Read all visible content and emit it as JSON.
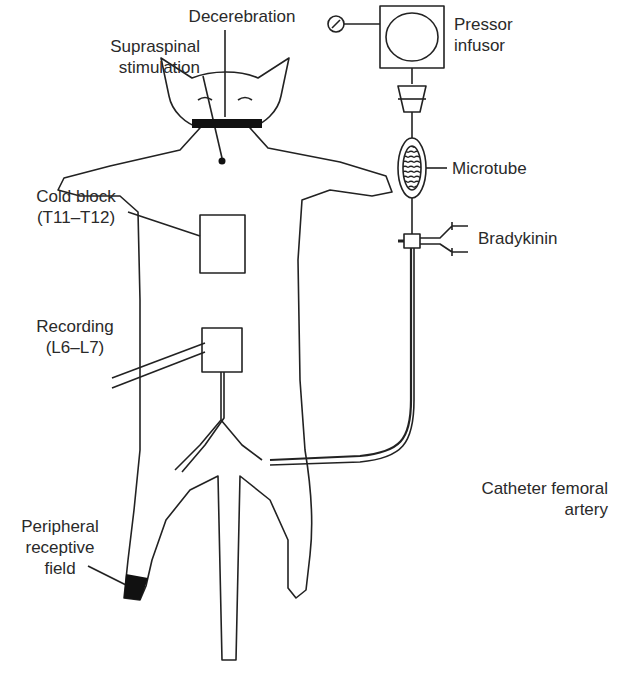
{
  "diagram": {
    "labels": [
      "Decerebration",
      "Supraspinal stimulation",
      "Pressor infusor",
      "Microtube",
      "Cold block (T11–T12)",
      "Bradykinin",
      "Recording (L6–L7)",
      "Catheter femoral artery",
      "Peripheral receptive field"
    ]
  }
}
